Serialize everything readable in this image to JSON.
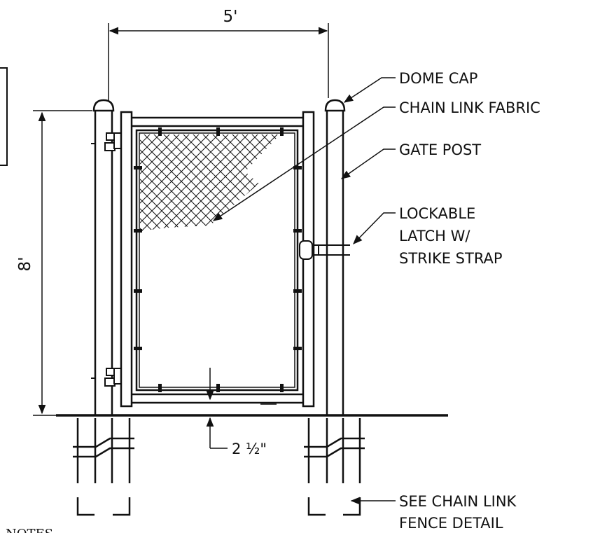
{
  "dimensions": {
    "width_label": "5'",
    "height_label": "8'",
    "clearance_label": "2 ½\""
  },
  "callouts": {
    "dome_cap": "DOME CAP",
    "chain_link_fabric": "CHAIN LINK FABRIC",
    "gate_post": "GATE POST",
    "latch_line1": "LOCKABLE",
    "latch_line2": "LATCH W/",
    "latch_line3": "STRIKE STRAP",
    "fence_detail_line1": "SEE CHAIN LINK",
    "fence_detail_line2": "FENCE DETAIL"
  },
  "notes_heading": "NOTES"
}
